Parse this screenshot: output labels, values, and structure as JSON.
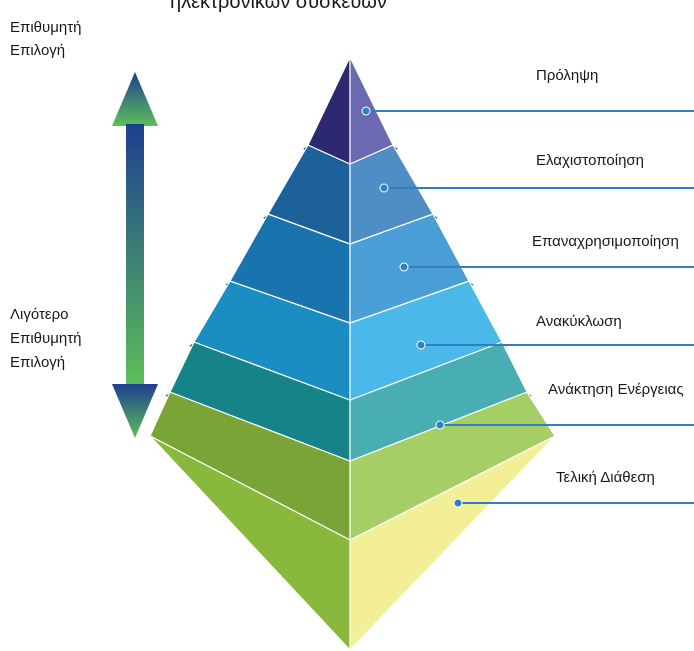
{
  "diagram": {
    "title": "ηλεκτρονικών συσκευών",
    "top_label_lines": [
      "Επιθυμητή",
      "Επιλογή"
    ],
    "bottom_label_lines": [
      "Λιγότερο",
      "Επιθυμητή",
      "Επιλογή"
    ],
    "levels": [
      {
        "label": "Πρόληψη",
        "color": "#3a3796"
      },
      {
        "label": "Ελαχιστοποίηση",
        "color": "#2272b6"
      },
      {
        "label": "Επαναχρησιμοποίηση",
        "color": "#1d87cc"
      },
      {
        "label": "Ανακύκλωση",
        "color": "#1ea6e5"
      },
      {
        "label": "Ανάκτηση Ενέργειας",
        "color": "#1a9aa0"
      },
      {
        "label": "Τελική Διάθεση",
        "color": "#8fc23f"
      }
    ],
    "arrow_colors": {
      "top": "#1d3f8f",
      "bottom": "#5cbf5a"
    },
    "connector_color": "#2f7fc1"
  }
}
